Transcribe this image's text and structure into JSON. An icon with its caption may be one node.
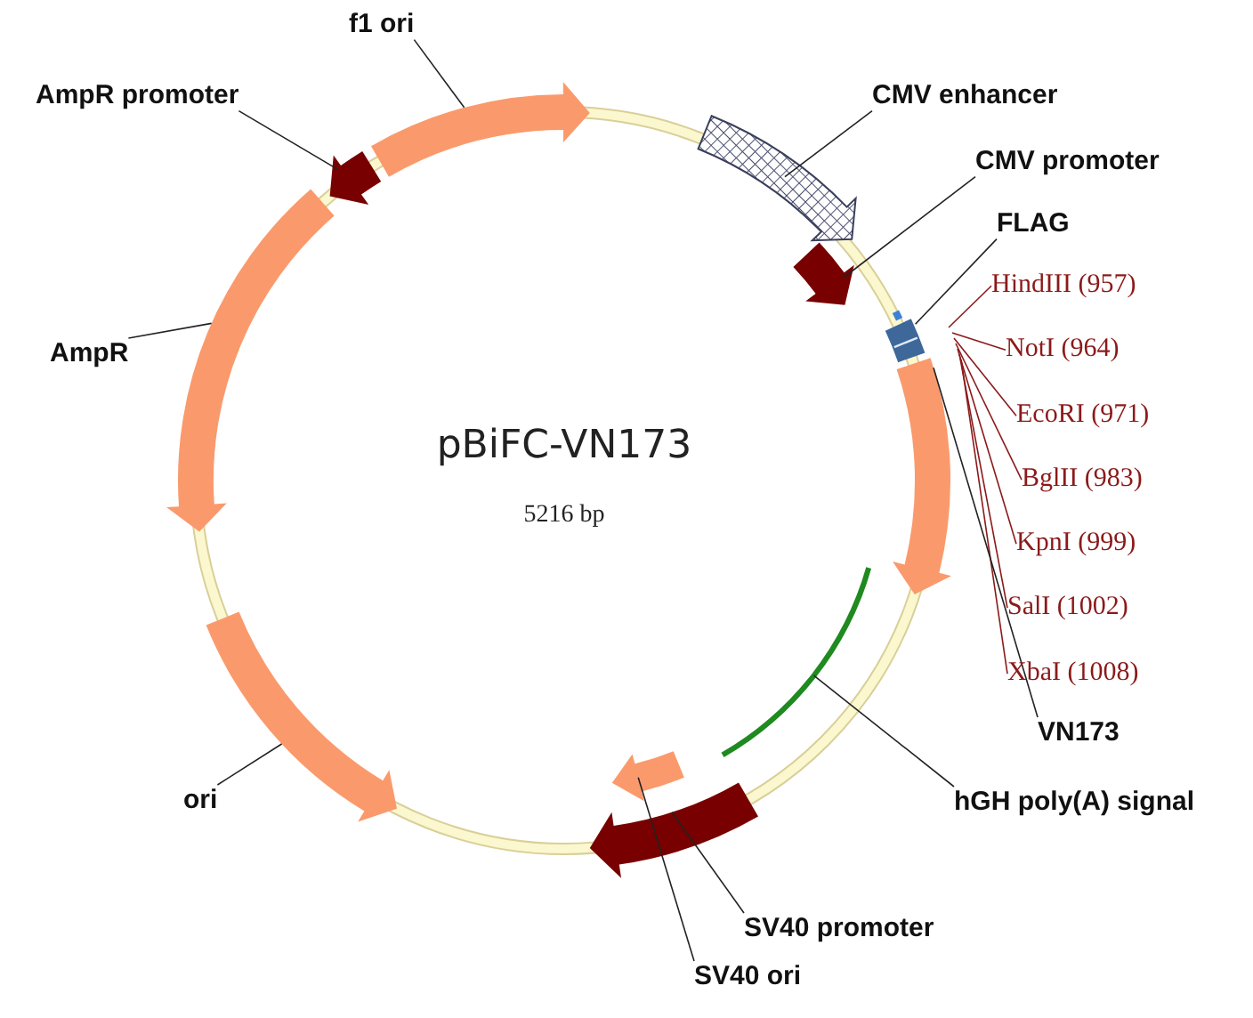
{
  "diagram": {
    "title": "pBiFC-VN173",
    "nodes": [
      {
        "text": [
          "f1 ori"
        ]
      },
      {
        "text": [
          "AmpR promoter"
        ]
      },
      {
        "text": [
          "CMV enhancer"
        ]
      },
      {
        "text": [
          "CMV promoter"
        ]
      },
      {
        "text": [
          "FLAG"
        ]
      },
      {
        "text": [
          "HindIII (957)"
        ]
      },
      {
        "text": [
          "NotI (964)"
        ]
      },
      {
        "text": [
          "EcoRI (971)"
        ]
      },
      {
        "text": [
          "BglII (983)"
        ]
      },
      {
        "text": [
          "KpnI (999)"
        ]
      },
      {
        "text": [
          "SalI (1002)"
        ]
      },
      {
        "text": [
          "XbaI (1008)"
        ]
      },
      {
        "text": [
          "AmpR"
        ]
      },
      {
        "text": [
          "VN173"
        ]
      },
      {
        "text": [
          "ori"
        ]
      },
      {
        "text": [
          "hGH poly(A) signal"
        ]
      },
      {
        "text": [
          "SV40 promoter"
        ]
      },
      {
        "text": [
          "SV40 ori"
        ]
      },
      {
        "text": [],
        "shape": "arrow"
      },
      {
        "text": [],
        "shape": "arrow"
      },
      {
        "text": [],
        "shape": "arrow"
      },
      {
        "text": [],
        "shape": "arrow"
      },
      {
        "text": [],
        "shape": "bar"
      },
      {
        "text": [],
        "shape": "arrow"
      },
      {
        "text": [],
        "shape": "arrow"
      },
      {
        "text": [],
        "shape": "arrow"
      },
      {
        "text": [],
        "shape": "arc"
      },
      {
        "text": [],
        "shape": "arrow"
      },
      {
        "text": [],
        "shape": "arrow"
      }
    ],
    "edges": [
      {
        "from": 0,
        "to": 18,
        "arrow": "none"
      },
      {
        "from": 1,
        "to": 19,
        "arrow": "none"
      },
      {
        "from": 2,
        "to": 20,
        "arrow": "none"
      },
      {
        "from": 3,
        "to": 21,
        "arrow": "none"
      },
      {
        "from": 4,
        "to": 22,
        "arrow": "none"
      },
      {
        "from": 5,
        "to": null,
        "arrow": "none",
        "color": "#8b1a1a"
      },
      {
        "from": 6,
        "to": null,
        "arrow": "none",
        "color": "#8b1a1a"
      },
      {
        "from": 7,
        "to": null,
        "arrow": "none",
        "color": "#8b1a1a"
      },
      {
        "from": 8,
        "to": null,
        "arrow": "none",
        "color": "#8b1a1a"
      },
      {
        "from": 9,
        "to": null,
        "arrow": "none",
        "color": "#8b1a1a"
      },
      {
        "from": 10,
        "to": null,
        "arrow": "none",
        "color": "#8b1a1a"
      },
      {
        "from": 11,
        "to": null,
        "arrow": "none",
        "color": "#8b1a1a"
      },
      {
        "from": 12,
        "to": 23,
        "arrow": "none"
      },
      {
        "from": 13,
        "to": 24,
        "arrow": "none"
      },
      {
        "from": 14,
        "to": 25,
        "arrow": "none"
      },
      {
        "from": 15,
        "to": 26,
        "arrow": "none"
      },
      {
        "from": 16,
        "to": 27,
        "arrow": "none"
      },
      {
        "from": 17,
        "to": 28,
        "arrow": "none"
      }
    ],
    "labels": [
      "5216 bp"
    ]
  }
}
